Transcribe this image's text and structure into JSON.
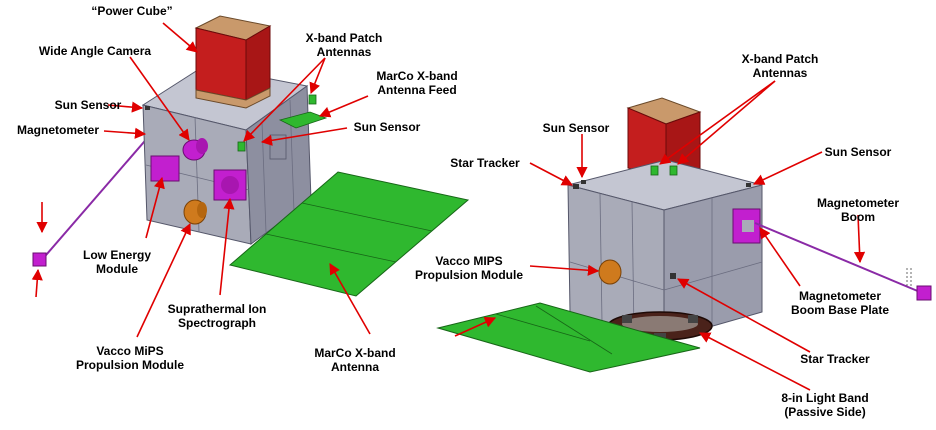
{
  "labels": {
    "power_cube": "“Power Cube”",
    "wide_angle_camera": "Wide Angle Camera",
    "xband_patch_left": "X-band Patch\nAntennas",
    "marco_feed": "MarCo X-band\nAntenna Feed",
    "sun_sensor_left_top": "Sun Sensor",
    "magnetometer": "Magnetometer",
    "sun_sensor_left_mid": "Sun Sensor",
    "low_energy": "Low Energy\nModule",
    "suprathermal": "Suprathermal Ion\nSpectrograph",
    "vacco_left": "Vacco MiPS\nPropulsion Module",
    "marco_antenna": "MarCo X-band\nAntenna",
    "xband_patch_right": "X-band Patch\nAntennas",
    "sun_sensor_right_left": "Sun Sensor",
    "star_tracker_top": "Star Tracker",
    "sun_sensor_right_right": "Sun Sensor",
    "mag_boom": "Magnetometer\nBoom",
    "vacco_right": "Vacco MIPS\nPropulsion Module",
    "mag_boom_base": "Magnetometer\nBoom Base Plate",
    "star_tracker_bottom": "Star Tracker",
    "light_band": "8-in Light Band\n(Passive Side)"
  },
  "colors": {
    "body": "#a9abb8",
    "body_light": "#c4c6d2",
    "body_dark": "#8d8fa0",
    "edge": "#55576a",
    "power_cube_red": "#c41e1e",
    "power_cube_tan": "#c9996b",
    "antenna_green": "#2fb82f",
    "magenta": "#c21fcf",
    "orange": "#cf7a1d",
    "arrow_red": "#e00000",
    "band_dark": "#3b1a14"
  }
}
